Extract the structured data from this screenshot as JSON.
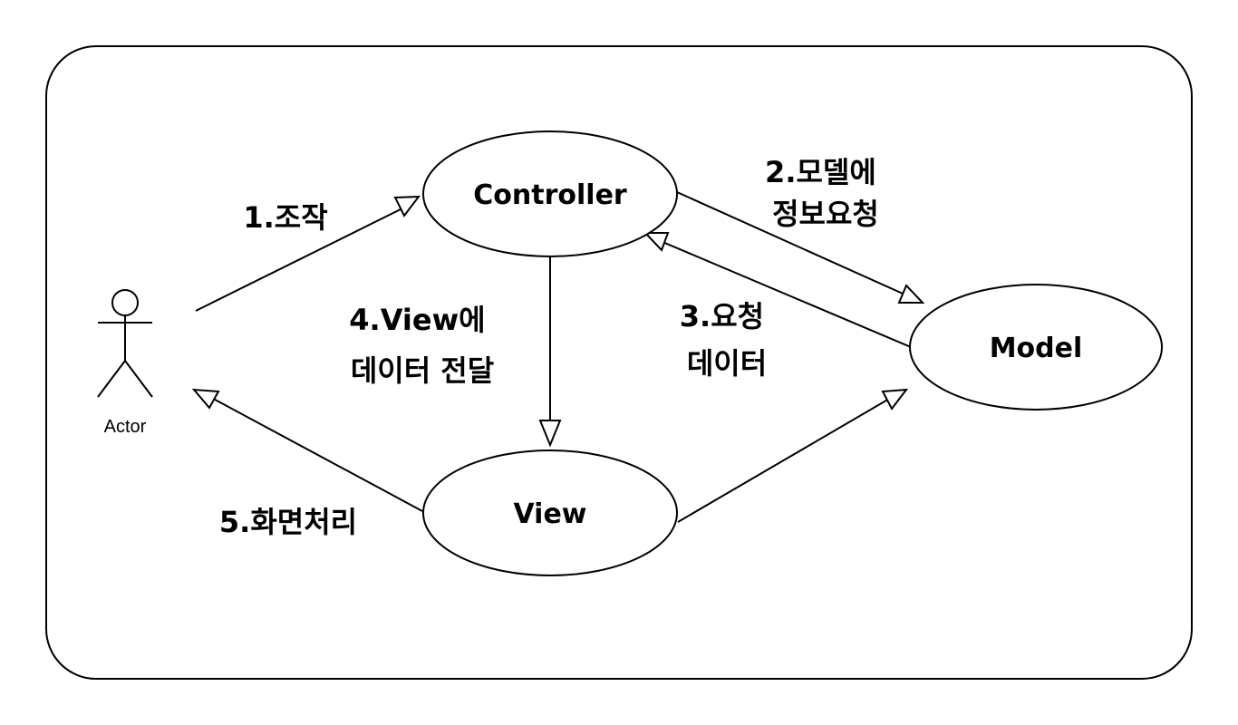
{
  "nodes": {
    "controller": "Controller",
    "model": "Model",
    "view": "View",
    "actor": "Actor"
  },
  "edges": {
    "actor_to_controller": {
      "lines": [
        "1.조작"
      ]
    },
    "controller_to_model": {
      "lines": [
        "2.모델에",
        "정보요청"
      ]
    },
    "model_to_controller": {
      "lines": [
        "3.요청",
        "데이터"
      ]
    },
    "controller_to_view": {
      "lines": [
        "4.View에",
        "데이터 전달"
      ]
    },
    "view_to_actor": {
      "lines": [
        "5.화면처리"
      ]
    }
  }
}
